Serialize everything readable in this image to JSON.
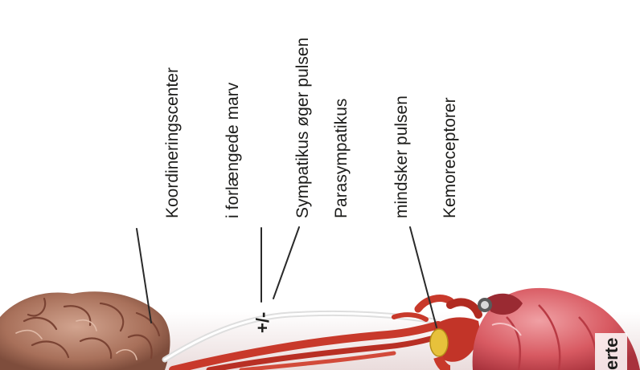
{
  "labels": {
    "coordination_center": [
      "Koordineringscenter",
      "i forlængede marv"
    ],
    "sympathetic": "Sympatikus øger pulsen",
    "parasympathetic": [
      "Parasympatikus",
      "mindsker pulsen"
    ],
    "chemoreceptors": "Kemoreceptorer",
    "plus_minus": "+/-",
    "heart_partial": "erte"
  },
  "colors": {
    "brain": "#b8826c",
    "artery": "#c8392b",
    "nerve": "#e6e6e6",
    "receptor": "#e7c13b",
    "heart": "#d9646a"
  }
}
